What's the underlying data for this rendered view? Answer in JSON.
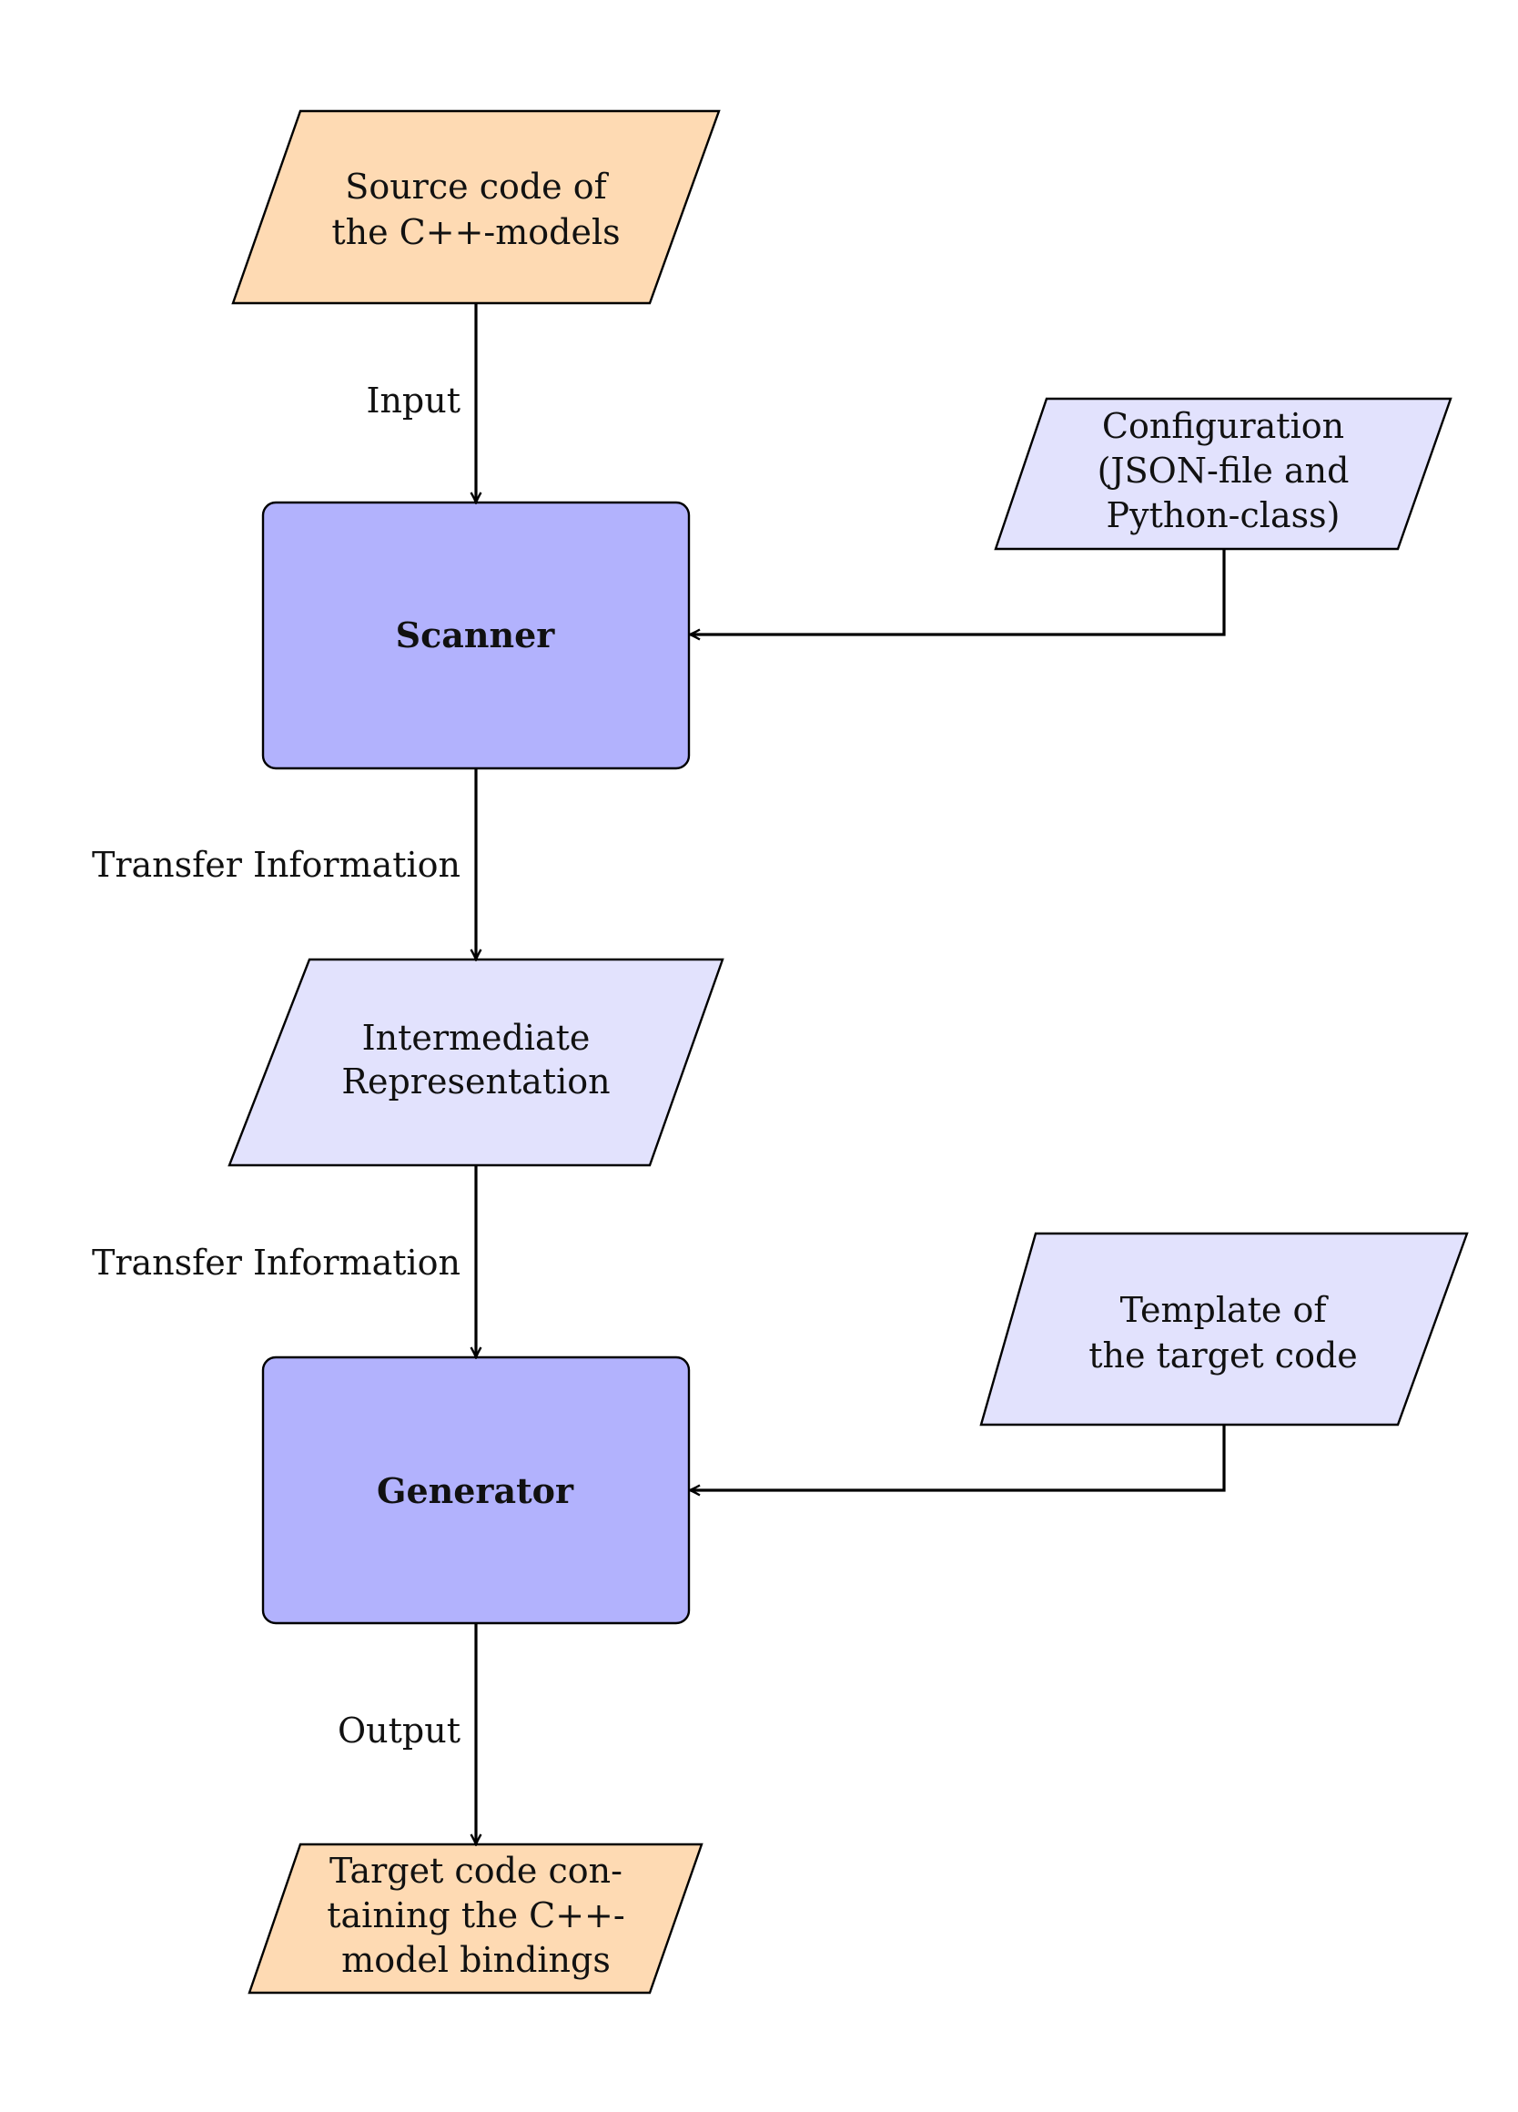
{
  "colors": {
    "source_fill": "#fedab3",
    "data_fill": "#e2e2fd",
    "process_fill": "#b2b2fd",
    "stroke": "#000000",
    "text": "#111111"
  },
  "nodes": {
    "source_code": {
      "lines": [
        "Source code of",
        "the C++-models"
      ]
    },
    "configuration": {
      "lines": [
        "Configuration",
        "(JSON-file and",
        "Python-class)"
      ]
    },
    "scanner": {
      "label": "Scanner"
    },
    "intermediate": {
      "lines": [
        "Intermediate",
        "Representation"
      ]
    },
    "template": {
      "lines": [
        "Template of",
        "the target code"
      ]
    },
    "generator": {
      "label": "Generator"
    },
    "target_code": {
      "lines": [
        "Target code con-",
        "taining the C++-",
        "model bindings"
      ]
    }
  },
  "edges": {
    "input": "Input",
    "transfer_1": "Transfer Information",
    "transfer_2": "Transfer Information",
    "output": "Output"
  }
}
